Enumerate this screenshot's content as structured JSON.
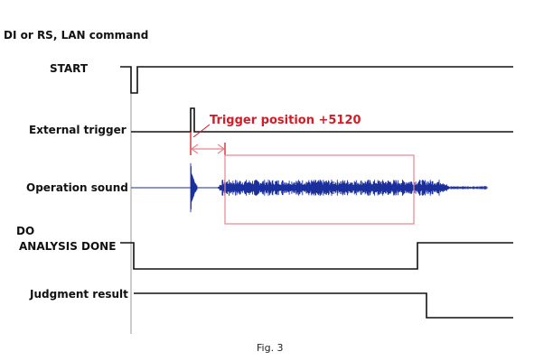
{
  "header": {
    "title": "DI or RS, LAN command"
  },
  "signals": {
    "start": "START",
    "external_trigger": "External trigger",
    "operation_sound": "Operation sound",
    "do_group": "DO",
    "analysis_done": "ANALYSIS DONE",
    "judgment_result": "Judgment result"
  },
  "annotation": {
    "trigger_position": "Trigger position +5120"
  },
  "caption": "Fig. 3",
  "colors": {
    "signal": "#111111",
    "waveform": "#1a2e9c",
    "annotation": "#d11d27",
    "window": "#e8858b",
    "axis": "#9a9a9a"
  }
}
